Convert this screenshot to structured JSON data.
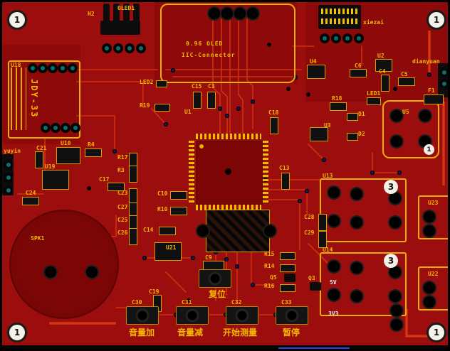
{
  "fiducials": {
    "tl": "1",
    "tr": "1",
    "bl": "1",
    "br": "1"
  },
  "oled": {
    "title": "0.96 OLED",
    "subtitle": "IIC-Connector"
  },
  "reset": {
    "label": "复位"
  },
  "switches": [
    {
      "ref": "C30",
      "label": "音量加"
    },
    {
      "ref": "C31",
      "label": "音量减"
    },
    {
      "ref": "C32",
      "label": "开始测量"
    },
    {
      "ref": "C33",
      "label": "暂停"
    }
  ],
  "refs": {
    "h2": "H2",
    "oled1": "OLED1",
    "u18": "U18",
    "jdy": "JDY-33",
    "led2": "LED2",
    "r19": "R19",
    "c15": "C15",
    "c3": "C3",
    "u1": "U1",
    "c18": "C18",
    "c13": "C13",
    "xiezai": "xiezai",
    "u4": "U4",
    "u2": "U2",
    "dianyuan": "dianyuan",
    "c6": "C6",
    "c4": "C4",
    "c5": "C5",
    "f1": "F1",
    "led1": "LED1",
    "r18": "R18",
    "u3": "U3",
    "d1": "D1",
    "d2": "D2",
    "u5": "U5",
    "u5_pin": "1",
    "u10": "U10",
    "r4": "R4",
    "c21": "C21",
    "u19": "U19",
    "yuyin": "yuyin",
    "c24": "C24",
    "r17": "R17",
    "r3": "R3",
    "c17": "C17",
    "c23": "C23",
    "c10": "C10",
    "r10": "R10",
    "c27": "C27",
    "c25": "C25",
    "c26": "C26",
    "c14": "C14",
    "spk1": "SPK1",
    "u21": "U21",
    "c9": "C9",
    "c19": "C19",
    "r15": "R15",
    "r14": "R14",
    "r16": "R16",
    "q5": "Q5",
    "q3": "Q3",
    "c28": "C28",
    "c29": "C29",
    "u13": "U13",
    "u14": "U14",
    "u23": "U23",
    "u22": "U22",
    "relay1": "3",
    "relay2": "3",
    "v5": "5V",
    "v33": "3V3"
  }
}
